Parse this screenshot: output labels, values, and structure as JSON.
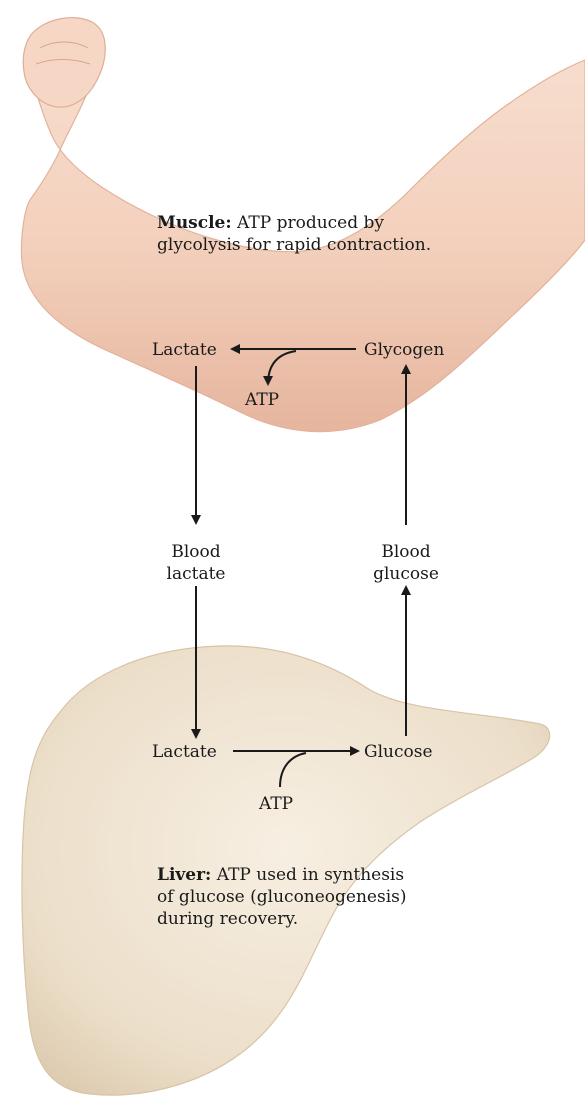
{
  "muscle": {
    "heading": "Muscle:",
    "line1_rest": " ATP produced by",
    "line2": "glycolysis for rapid contraction.",
    "lactate": "Lactate",
    "glycogen": "Glycogen",
    "atp": "ATP"
  },
  "blood": {
    "lactate_line1": "Blood",
    "lactate_line2": "lactate",
    "glucose_line1": "Blood",
    "glucose_line2": "glucose"
  },
  "liver": {
    "lactate": "Lactate",
    "glucose": "Glucose",
    "atp": "ATP",
    "heading": "Liver:",
    "line1_rest": " ATP used in synthesis",
    "line2": "of glucose (gluconeogenesis)",
    "line3": "during recovery."
  },
  "colors": {
    "arm": "#f3d2bf",
    "liver": "#ece0cc",
    "arrows": "#1a1a1a"
  }
}
